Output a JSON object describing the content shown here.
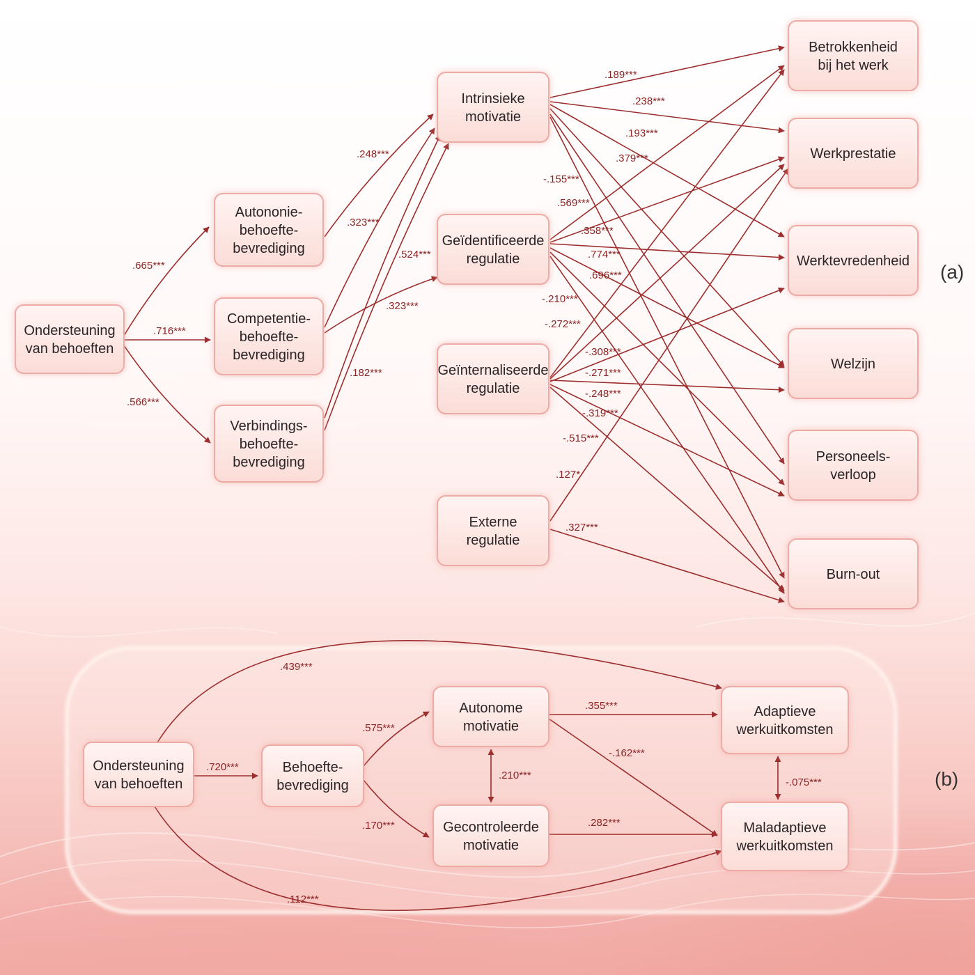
{
  "panels": [
    {
      "id": "a",
      "label": "(a)"
    },
    {
      "id": "b",
      "label": "(b)"
    }
  ],
  "colors": {
    "arrow": "#9c2e2e",
    "label": "#8b2424",
    "box_border": "#eeaaa4",
    "box_fill": "#fde9e6"
  },
  "nodes": [
    {
      "id": "a_ond",
      "panel": "a",
      "lines": [
        "Ondersteuning",
        "van behoeften"
      ]
    },
    {
      "id": "a_aut",
      "panel": "a",
      "lines": [
        "Autononie-",
        "behoefte-",
        "bevrediging"
      ]
    },
    {
      "id": "a_com",
      "panel": "a",
      "lines": [
        "Competentie-",
        "behoefte-",
        "bevrediging"
      ]
    },
    {
      "id": "a_ver",
      "panel": "a",
      "lines": [
        "Verbindings-",
        "behoefte-",
        "bevrediging"
      ]
    },
    {
      "id": "a_int",
      "panel": "a",
      "lines": [
        "Intrinsieke",
        "motivatie"
      ]
    },
    {
      "id": "a_gid",
      "panel": "a",
      "lines": [
        "Geïdentificeerde",
        "regulatie"
      ]
    },
    {
      "id": "a_gin",
      "panel": "a",
      "lines": [
        "Geïnternaliseerde",
        "regulatie"
      ]
    },
    {
      "id": "a_ext",
      "panel": "a",
      "lines": [
        "Externe",
        "regulatie"
      ]
    },
    {
      "id": "a_bet",
      "panel": "a",
      "lines": [
        "Betrokkenheid",
        "bij het werk"
      ]
    },
    {
      "id": "a_wpr",
      "panel": "a",
      "lines": [
        "Werkprestatie"
      ]
    },
    {
      "id": "a_wtv",
      "panel": "a",
      "lines": [
        "Werktevredenheid"
      ]
    },
    {
      "id": "a_wel",
      "panel": "a",
      "lines": [
        "Welzijn"
      ]
    },
    {
      "id": "a_per",
      "panel": "a",
      "lines": [
        "Personeels-",
        "verloop"
      ]
    },
    {
      "id": "a_bur",
      "panel": "a",
      "lines": [
        "Burn-out"
      ]
    },
    {
      "id": "b_ond",
      "panel": "b",
      "lines": [
        "Ondersteuning",
        "van behoeften"
      ]
    },
    {
      "id": "b_beh",
      "panel": "b",
      "lines": [
        "Behoefte-",
        "bevrediging"
      ]
    },
    {
      "id": "b_aut",
      "panel": "b",
      "lines": [
        "Autonome",
        "motivatie"
      ]
    },
    {
      "id": "b_gec",
      "panel": "b",
      "lines": [
        "Gecontroleerde",
        "motivatie"
      ]
    },
    {
      "id": "b_ada",
      "panel": "b",
      "lines": [
        "Adaptieve",
        "werkuitkomsten"
      ]
    },
    {
      "id": "b_mal",
      "panel": "b",
      "lines": [
        "Maladaptieve",
        "werkuitkomsten"
      ]
    }
  ],
  "edges": [
    {
      "from": "a_ond",
      "to": "a_aut",
      "label": ".665***"
    },
    {
      "from": "a_ond",
      "to": "a_com",
      "label": ".716***"
    },
    {
      "from": "a_ond",
      "to": "a_ver",
      "label": ".566***"
    },
    {
      "from": "a_aut",
      "to": "a_int",
      "label": ".248***"
    },
    {
      "from": "a_com",
      "to": "a_int",
      "label": ".323***"
    },
    {
      "from": "a_com",
      "to": "a_gid",
      "label": ".323***"
    },
    {
      "from": "a_ver",
      "to": "a_int",
      "label": ".524***"
    },
    {
      "from": "a_ver",
      "to": "a_int",
      "label": ".182***"
    },
    {
      "from": "a_int",
      "to": "a_bet",
      "label": ".189***"
    },
    {
      "from": "a_int",
      "to": "a_wpr",
      "label": ".238***"
    },
    {
      "from": "a_int",
      "to": "a_wtv",
      "label": ".193***"
    },
    {
      "from": "a_int",
      "to": "a_wel",
      "label": ".379***"
    },
    {
      "from": "a_int",
      "to": "a_per",
      "label": "-.155***"
    },
    {
      "from": "a_int",
      "to": "a_bur",
      "label": ""
    },
    {
      "from": "a_gid",
      "to": "a_bet",
      "label": ".569***"
    },
    {
      "from": "a_gid",
      "to": "a_wpr",
      "label": ".358***"
    },
    {
      "from": "a_gid",
      "to": "a_wtv",
      "label": ".774***"
    },
    {
      "from": "a_gid",
      "to": "a_wel",
      "label": ".696***"
    },
    {
      "from": "a_gid",
      "to": "a_per",
      "label": "-.210***"
    },
    {
      "from": "a_gid",
      "to": "a_bur",
      "label": "-.272***"
    },
    {
      "from": "a_gin",
      "to": "a_bet",
      "label": "-.308***"
    },
    {
      "from": "a_gin",
      "to": "a_wpr",
      "label": "-.271***"
    },
    {
      "from": "a_gin",
      "to": "a_wtv",
      "label": "-.248***"
    },
    {
      "from": "a_gin",
      "to": "a_wel",
      "label": "-.319***"
    },
    {
      "from": "a_gin",
      "to": "a_per",
      "label": "-.515***"
    },
    {
      "from": "a_gin",
      "to": "a_bur",
      "label": ""
    },
    {
      "from": "a_ext",
      "to": "a_wpr",
      "label": ".127*"
    },
    {
      "from": "a_ext",
      "to": "a_bur",
      "label": ".327***"
    },
    {
      "from": "b_ond",
      "to": "b_beh",
      "label": ".720***"
    },
    {
      "from": "b_beh",
      "to": "b_aut",
      "label": ".575***"
    },
    {
      "from": "b_beh",
      "to": "b_gec",
      "label": ".170***"
    },
    {
      "from": "b_aut",
      "to": "b_ada",
      "label": ".355***"
    },
    {
      "from": "b_aut",
      "to": "b_mal",
      "label": "-.162***"
    },
    {
      "from": "b_gec",
      "to": "b_mal",
      "label": ".282***"
    },
    {
      "from": "b_aut",
      "to": "b_gec",
      "label": ".210***"
    },
    {
      "from": "b_ada",
      "to": "b_mal",
      "label": "-.075***"
    },
    {
      "from": "b_ond",
      "to": "b_ada",
      "label": ".439***"
    },
    {
      "from": "b_ond",
      "to": "b_mal",
      "label": ".112***"
    }
  ]
}
